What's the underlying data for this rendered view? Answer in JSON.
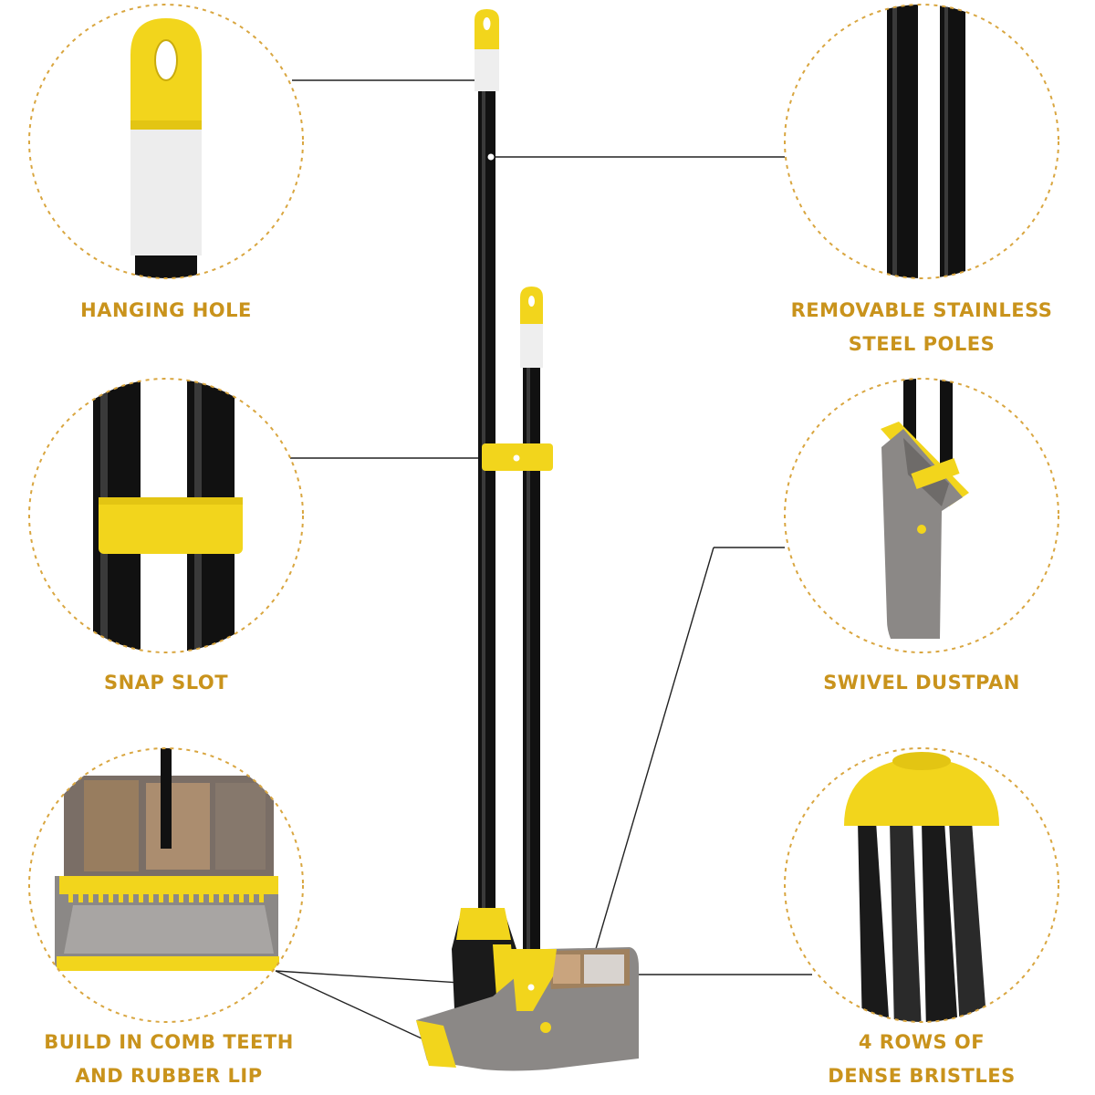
{
  "colors": {
    "accent": "#f2d51c",
    "label_text": "#c9931c",
    "circle_border": "#d9a640",
    "pole": "#111111",
    "dustpan_gray": "#8b8886",
    "cap_white": "#eeeeee"
  },
  "features": {
    "hanging_hole": {
      "lines": [
        "HANGING HOLE"
      ]
    },
    "removable_poles": {
      "lines": [
        "REMOVABLE STAINLESS",
        "STEEL POLES"
      ]
    },
    "snap_slot": {
      "lines": [
        "SNAP SLOT"
      ]
    },
    "swivel_dustpan": {
      "lines": [
        "SWIVEL DUSTPAN"
      ]
    },
    "comb_teeth": {
      "lines": [
        "BUILD IN COMB TEETH",
        "AND RUBBER LIP"
      ]
    },
    "dense_bristles": {
      "lines": [
        "4 ROWS OF",
        "DENSE BRISTLES"
      ]
    }
  }
}
